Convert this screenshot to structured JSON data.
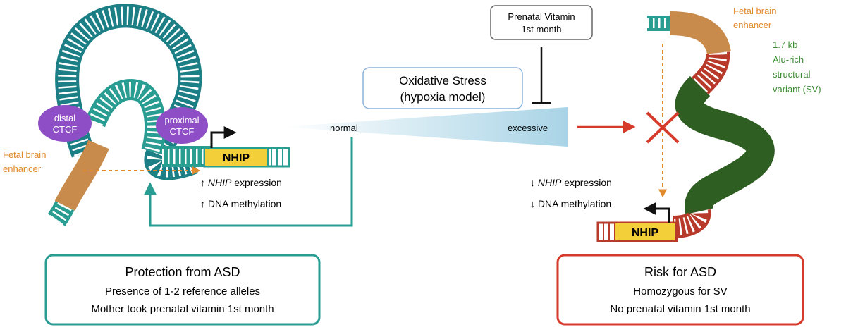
{
  "left": {
    "distal_ctcf": [
      "distal",
      "CTCF"
    ],
    "proximal_ctcf": [
      "proximal",
      "CTCF"
    ],
    "enhancer": [
      "Fetal brain",
      "enhancer"
    ],
    "gene": "NHIP",
    "expression_gene": "NHIP",
    "expression_word": "expression",
    "methylation": "DNA methylation",
    "outcome": {
      "title": "Protection from ASD",
      "line1": "Presence of 1-2 reference alleles",
      "line2": "Mother took prenatal vitamin 1st month"
    }
  },
  "middle": {
    "vitamin": [
      "Prenatal Vitamin",
      "1st month"
    ],
    "stress": [
      "Oxidative Stress",
      "(hypoxia model)"
    ],
    "normal": "normal",
    "excessive": "excessive"
  },
  "right": {
    "enhancer": [
      "Fetal brain",
      "enhancer"
    ],
    "sv": [
      "1.7 kb",
      "Alu-rich",
      "structural",
      "variant (SV)"
    ],
    "gene": "NHIP",
    "expression_gene": "NHIP",
    "expression_word": "expression",
    "methylation": "DNA methylation",
    "outcome": {
      "title": "Risk for ASD",
      "line1": "Homozygous for SV",
      "line2": "No prenatal vitamin 1st month"
    }
  },
  "colors": {
    "teal": "#2a9d93",
    "teal_dark": "#1c7f86",
    "orange": "#e08a2c",
    "orange_dna": "#c98b4b",
    "purple": "#8e4fc6",
    "yellow": "#f3cf3a",
    "red": "#d63a2a",
    "dark_green": "#2e5e22",
    "green_text": "#3d8a35"
  }
}
